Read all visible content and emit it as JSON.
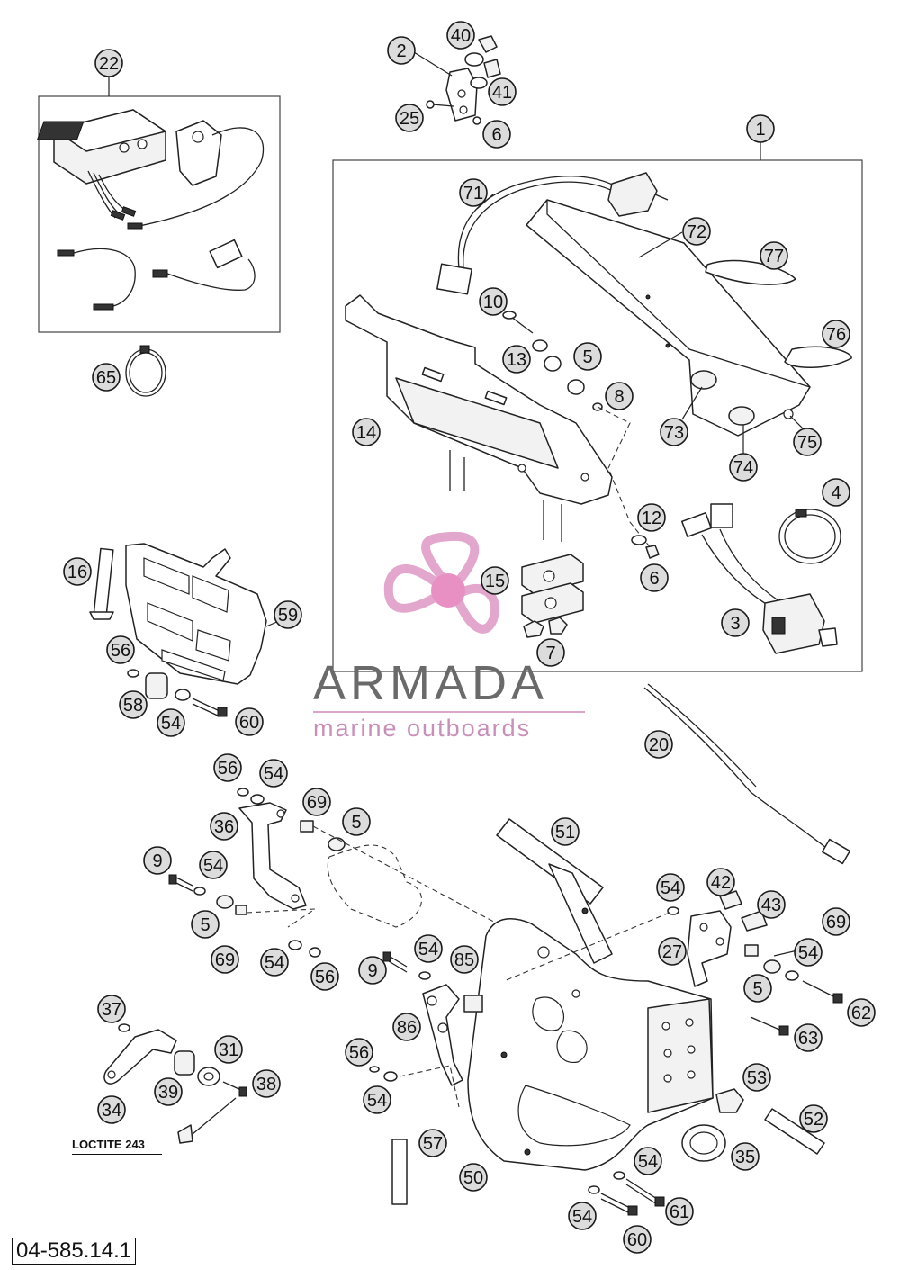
{
  "brand": {
    "name": "ARMADA",
    "tagline": "marine outboards",
    "logo_color": "#e3a6cc",
    "logo_center_color": "#e88fc4"
  },
  "note": "LOCTITE 243",
  "document_number": "04-585.14.1",
  "balloon_fill": "#dcdcdc",
  "callouts": [
    "22",
    "40",
    "2",
    "41",
    "25",
    "6",
    "1",
    "71",
    "72",
    "77",
    "10",
    "76",
    "13",
    "5",
    "8",
    "14",
    "73",
    "74",
    "75",
    "4",
    "12",
    "6",
    "15",
    "3",
    "7",
    "16",
    "59",
    "56",
    "58",
    "54",
    "60",
    "20",
    "56",
    "54",
    "69",
    "5",
    "36",
    "51",
    "9",
    "54",
    "5",
    "69",
    "54",
    "56",
    "54",
    "42",
    "43",
    "69",
    "9",
    "54",
    "85",
    "27",
    "54",
    "5",
    "62",
    "63",
    "86",
    "37",
    "31",
    "53",
    "39",
    "38",
    "34",
    "56",
    "54",
    "52",
    "57",
    "35",
    "50",
    "54",
    "61",
    "54",
    "60",
    "65"
  ]
}
